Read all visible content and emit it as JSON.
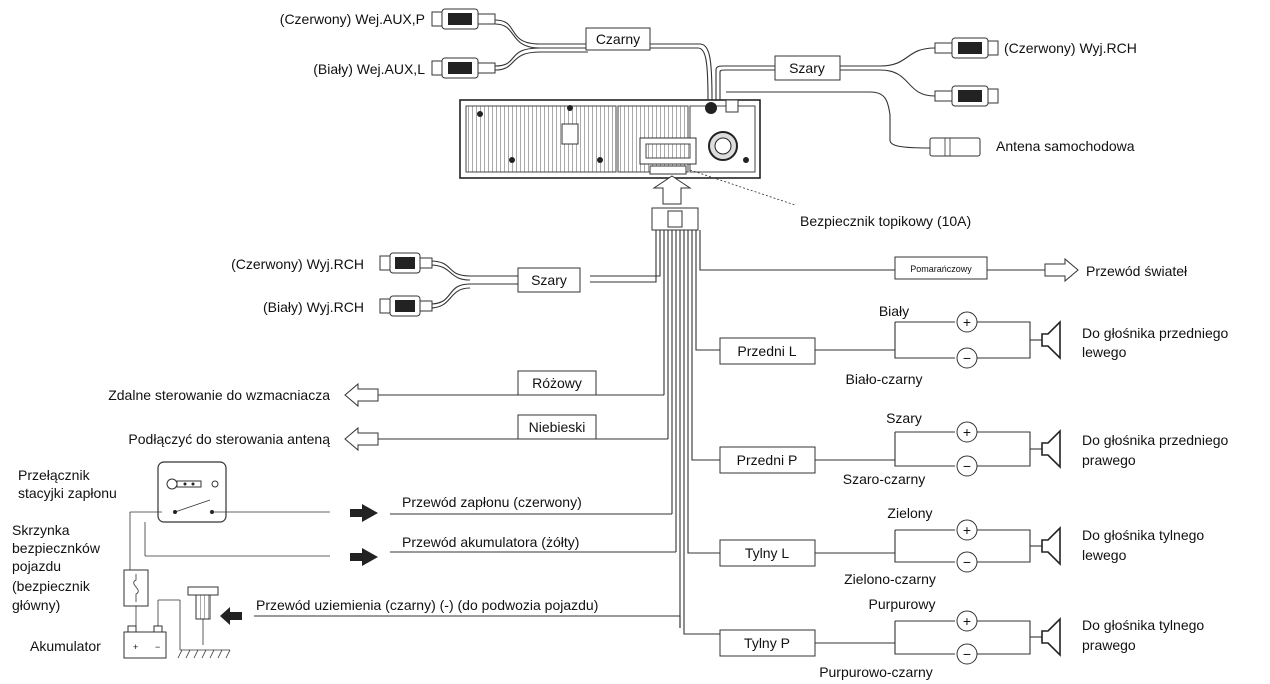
{
  "labels": {
    "aux_p": "(Czerwony) Wej.AUX,P",
    "aux_l": "(Biały) Wej.AUX,L",
    "czarny": "Czarny",
    "szary_top": "Szary",
    "rch_out_top": "(Czerwony) Wyj.RCH",
    "antenna_car": "Antena samochodowa",
    "fuse": "Bezpiecznik topikowy (10A)",
    "rch_out_red": "(Czerwony) Wyj.RCH",
    "rch_out_white": "(Biały) Wyj.RCH",
    "szary_mid": "Szary",
    "pomaranczowy": "Pomarańczowy",
    "lights": "Przewód świateł",
    "rozowy": "Różowy",
    "amp_remote": "Zdalne sterowanie do wzmacniacza",
    "niebieski": "Niebieski",
    "antenna_ctrl": "Podłączyć do sterowania anteną",
    "ignition_switch_l1": "Przełącznik",
    "ignition_switch_l2": "stacyjki zapłonu",
    "fusebox_l1": "Skrzynka",
    "fusebox_l2": "bezpiecznków",
    "fusebox_l3": "pojazdu",
    "fusebox_l4": "(bezpiecznik",
    "fusebox_l5": "główny)",
    "battery": "Akumulator",
    "ignition_wire": "Przewód zapłonu (czerwony)",
    "battery_wire": "Przewód akumulatora (żółty)",
    "ground_wire": "Przewód uziemienia (czarny) (-) (do podwozia pojazdu)"
  },
  "speakers": [
    {
      "channel": "Przedni L",
      "plus_color": "Biały",
      "minus_color": "Biało-czarny",
      "dest_l1": "Do głośnika przedniego",
      "dest_l2": "lewego"
    },
    {
      "channel": "Przedni P",
      "plus_color": "Szary",
      "minus_color": "Szaro-czarny",
      "dest_l1": "Do głośnika przedniego",
      "dest_l2": "prawego"
    },
    {
      "channel": "Tylny L",
      "plus_color": "Zielony",
      "minus_color": "Zielono-czarny",
      "dest_l1": "Do głośnika tylnego",
      "dest_l2": "lewego"
    },
    {
      "channel": "Tylny P",
      "plus_color": "Purpurowy",
      "minus_color": "Purpurowo-czarny",
      "dest_l1": "Do głośnika tylnego",
      "dest_l2": "prawego"
    }
  ]
}
